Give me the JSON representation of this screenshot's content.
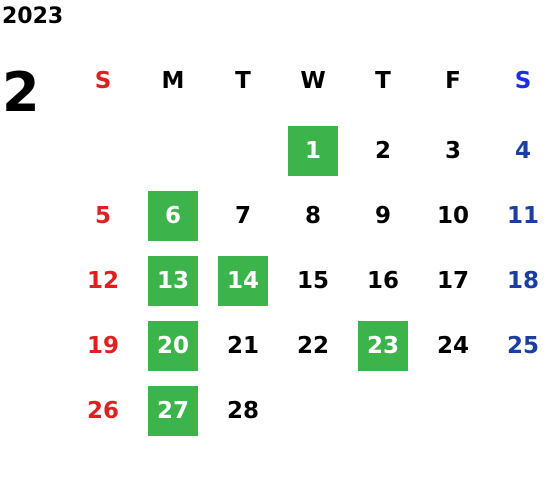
{
  "year": "2023",
  "month": "2",
  "weekdays": [
    "S",
    "M",
    "T",
    "W",
    "T",
    "F",
    "S"
  ],
  "colors": {
    "sunday": "#e02020",
    "saturday": "#1a3fa0",
    "saturday_header": "#1a2fe0",
    "weekday": "#000000",
    "highlight_bg": "#3cb44b",
    "highlight_text": "#ffffff"
  },
  "weeks": [
    [
      null,
      null,
      null,
      {
        "day": "1",
        "hl": true
      },
      {
        "day": "2"
      },
      {
        "day": "3"
      },
      {
        "day": "4"
      }
    ],
    [
      {
        "day": "5"
      },
      {
        "day": "6",
        "hl": true
      },
      {
        "day": "7"
      },
      {
        "day": "8"
      },
      {
        "day": "9"
      },
      {
        "day": "10"
      },
      {
        "day": "11"
      }
    ],
    [
      {
        "day": "12"
      },
      {
        "day": "13",
        "hl": true
      },
      {
        "day": "14",
        "hl": true
      },
      {
        "day": "15"
      },
      {
        "day": "16"
      },
      {
        "day": "17"
      },
      {
        "day": "18"
      }
    ],
    [
      {
        "day": "19"
      },
      {
        "day": "20",
        "hl": true
      },
      {
        "day": "21"
      },
      {
        "day": "22"
      },
      {
        "day": "23",
        "hl": true
      },
      {
        "day": "24"
      },
      {
        "day": "25"
      }
    ],
    [
      {
        "day": "26"
      },
      {
        "day": "27",
        "hl": true
      },
      {
        "day": "28"
      },
      null,
      null,
      null,
      null
    ]
  ]
}
